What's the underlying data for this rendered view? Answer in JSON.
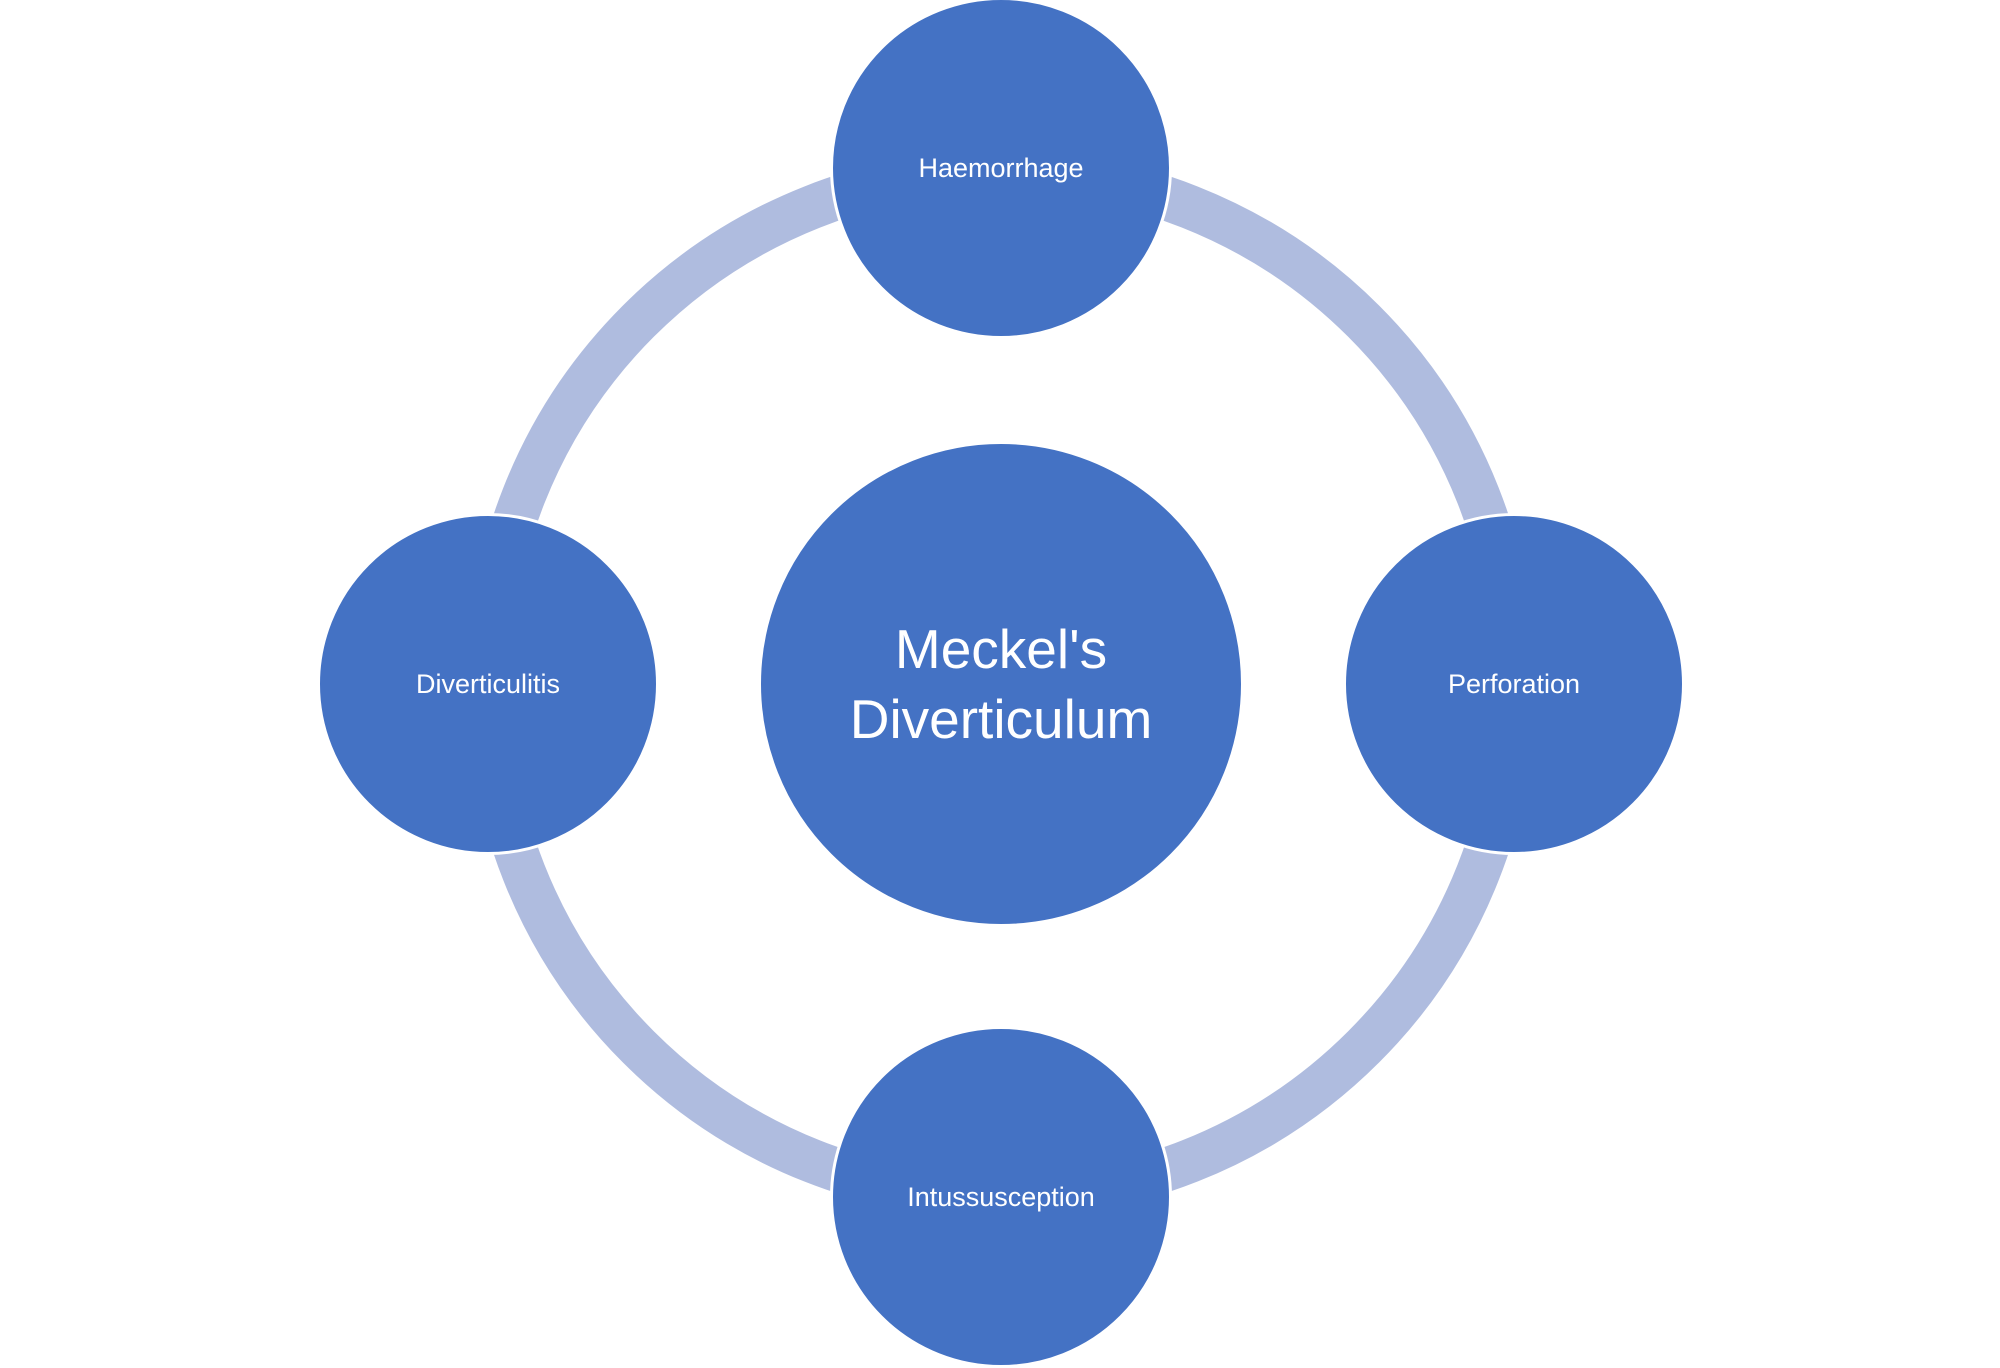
{
  "diagram": {
    "center": {
      "line1": "Meckel's",
      "line2": "Diverticulum"
    },
    "satellites": [
      {
        "label": "Haemorrhage",
        "position": "top"
      },
      {
        "label": "Perforation",
        "position": "right"
      },
      {
        "label": "Intussusception",
        "position": "bottom"
      },
      {
        "label": "Diverticulitis",
        "position": "left"
      }
    ],
    "colors": {
      "node": "#4472c4",
      "ring": "#afbcdf",
      "text": "#ffffff"
    }
  }
}
